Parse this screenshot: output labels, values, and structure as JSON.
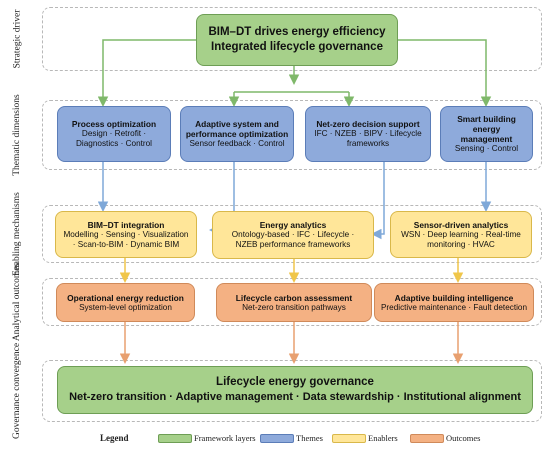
{
  "row_labels": {
    "strategic": "Strategic driver",
    "thematic": "Thematic dimensions",
    "enabling": "Enabling mechanisms",
    "analytical": "Analytical outcomes",
    "governance": "Governance convergence"
  },
  "driver": {
    "line1": "BIM–DT drives energy efficiency",
    "line2": "Integrated lifecycle governance"
  },
  "themes": [
    {
      "title": "Process optimization",
      "sub1": "Design · Retrofit ·",
      "sub2": "Diagnostics · Control"
    },
    {
      "title1": "Adaptive system and",
      "title2": "performance optimization",
      "sub": "Sensor feedback · Control"
    },
    {
      "title": "Net-zero decision support",
      "sub1": "IFC · NZEB · BIPV · Lifecycle",
      "sub2": "frameworks"
    },
    {
      "title1": "Smart building energy",
      "title2": "management",
      "sub": "Sensing · Control"
    }
  ],
  "enablers": [
    {
      "title": "BIM–DT integration",
      "sub1": "Modelling · Sensing · Visualization",
      "sub2": "· Scan-to-BIM · Dynamic BIM"
    },
    {
      "title": "Energy analytics",
      "sub1": "Ontology-based · IFC · Lifecycle ·",
      "sub2": "NZEB performance frameworks"
    },
    {
      "title": "Sensor-driven analytics",
      "sub1": "WSN · Deep learning · Real-time",
      "sub2": "monitoring · HVAC"
    }
  ],
  "outcomes": [
    {
      "title": "Operational energy reduction",
      "sub": "System-level optimization"
    },
    {
      "title": "Lifecycle carbon assessment",
      "sub": "Net-zero transition pathways"
    },
    {
      "title": "Adaptive building intelligence",
      "sub": "Predictive maintenance · Fault detection"
    }
  ],
  "governance": {
    "title": "Lifecycle energy governance",
    "sub": "Net-zero transition · Adaptive management · Data stewardship · Institutional alignment"
  },
  "legend": {
    "title": "Legend",
    "items": [
      {
        "label": "Framework layers",
        "color": "#a6d08a"
      },
      {
        "label": "Themes",
        "color": "#8eaadb"
      },
      {
        "label": "Enablers",
        "color": "#ffe699"
      },
      {
        "label": "Outcomes",
        "color": "#f4b183"
      }
    ]
  },
  "colors": {
    "green_arrow": "#7fb86a",
    "blue_arrow": "#7fa8d8",
    "yellow_arrow": "#f0c64a",
    "orange_arrow": "#e8a070"
  }
}
